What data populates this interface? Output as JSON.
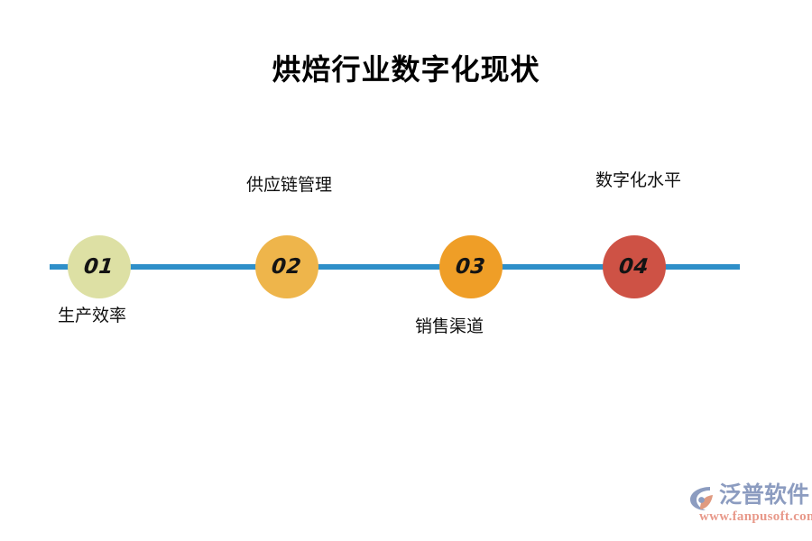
{
  "slide": {
    "title": "烘焙行业数字化现状",
    "background_color": "#ffffff"
  },
  "timeline": {
    "line_color": "#2e8fc9",
    "nodes": [
      {
        "number": "01",
        "label": "生产效率",
        "color": "#dde0a4",
        "label_position": "below"
      },
      {
        "number": "02",
        "label": "供应链管理",
        "color": "#eeb54b",
        "label_position": "above"
      },
      {
        "number": "03",
        "label": "销售渠道",
        "color": "#ef9e27",
        "label_position": "below"
      },
      {
        "number": "04",
        "label": "数字化水平",
        "color": "#ce5245",
        "label_position": "above"
      }
    ]
  },
  "watermark": {
    "brand": "泛普软件",
    "url": "www.fanpusoft.com",
    "brand_color": "#8c9cc0",
    "url_color": "#e8998a",
    "mark_accent_color": "#e09a80"
  }
}
